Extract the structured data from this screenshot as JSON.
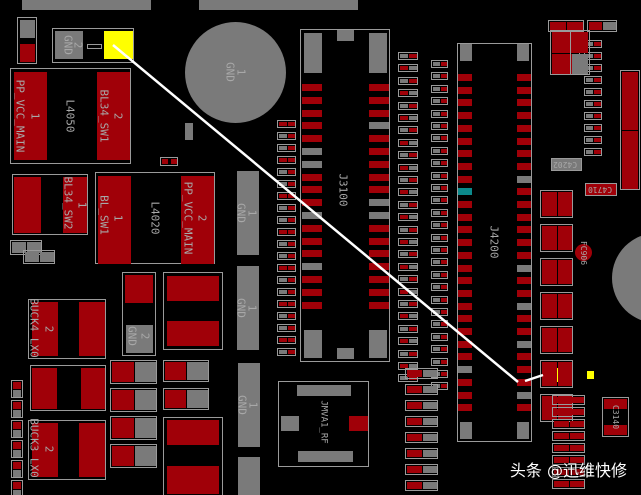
{
  "components": {
    "l4050": {
      "ref": "L4050",
      "pin1_net": "PP_VCC_MAIN",
      "pin1": "1",
      "pin2_net": "BL34_SW1",
      "pin2": "2"
    },
    "l4020": {
      "ref": "L4020",
      "pin1_net": "BL_SW1",
      "pin1": "1",
      "pin2_net": "PP_VCC_MAIN",
      "pin2": "2"
    },
    "bl34_sw2": {
      "net": "BL34_SW2",
      "pin": "1"
    },
    "gnd_pad_top": {
      "net": "GND",
      "pin": "2"
    },
    "gnd_circle": {
      "net": "GND",
      "pin": "1"
    },
    "gnd_strips": [
      {
        "net": "GND",
        "pin": "1"
      },
      {
        "net": "GND",
        "pin": "1"
      },
      {
        "net": "GND",
        "pin": "1"
      }
    ],
    "buck4": {
      "net": "BUCK4_LX0",
      "pin": "2"
    },
    "buck3": {
      "net": "BUCK3_LX0",
      "pin": "2"
    },
    "gnd_small": {
      "net": "GND",
      "pin": "2"
    },
    "j3100": {
      "ref": "J3100"
    },
    "j4200": {
      "ref": "J4200"
    },
    "jmva1": {
      "ref": "JMVA1_RF"
    },
    "c4202": {
      "ref": "C4202"
    },
    "c4710": {
      "ref": "C4710"
    },
    "c3140": {
      "ref": "C3140"
    },
    "fc906": {
      "ref": "FC906"
    }
  },
  "colors": {
    "pad_net": "#a00008",
    "pad_gnd": "#7a7a7a",
    "highlight": "#ffff00",
    "teal_pad": "#0c8a8c",
    "trace": "#ffffff"
  },
  "watermark": "头条 @迅维快修"
}
